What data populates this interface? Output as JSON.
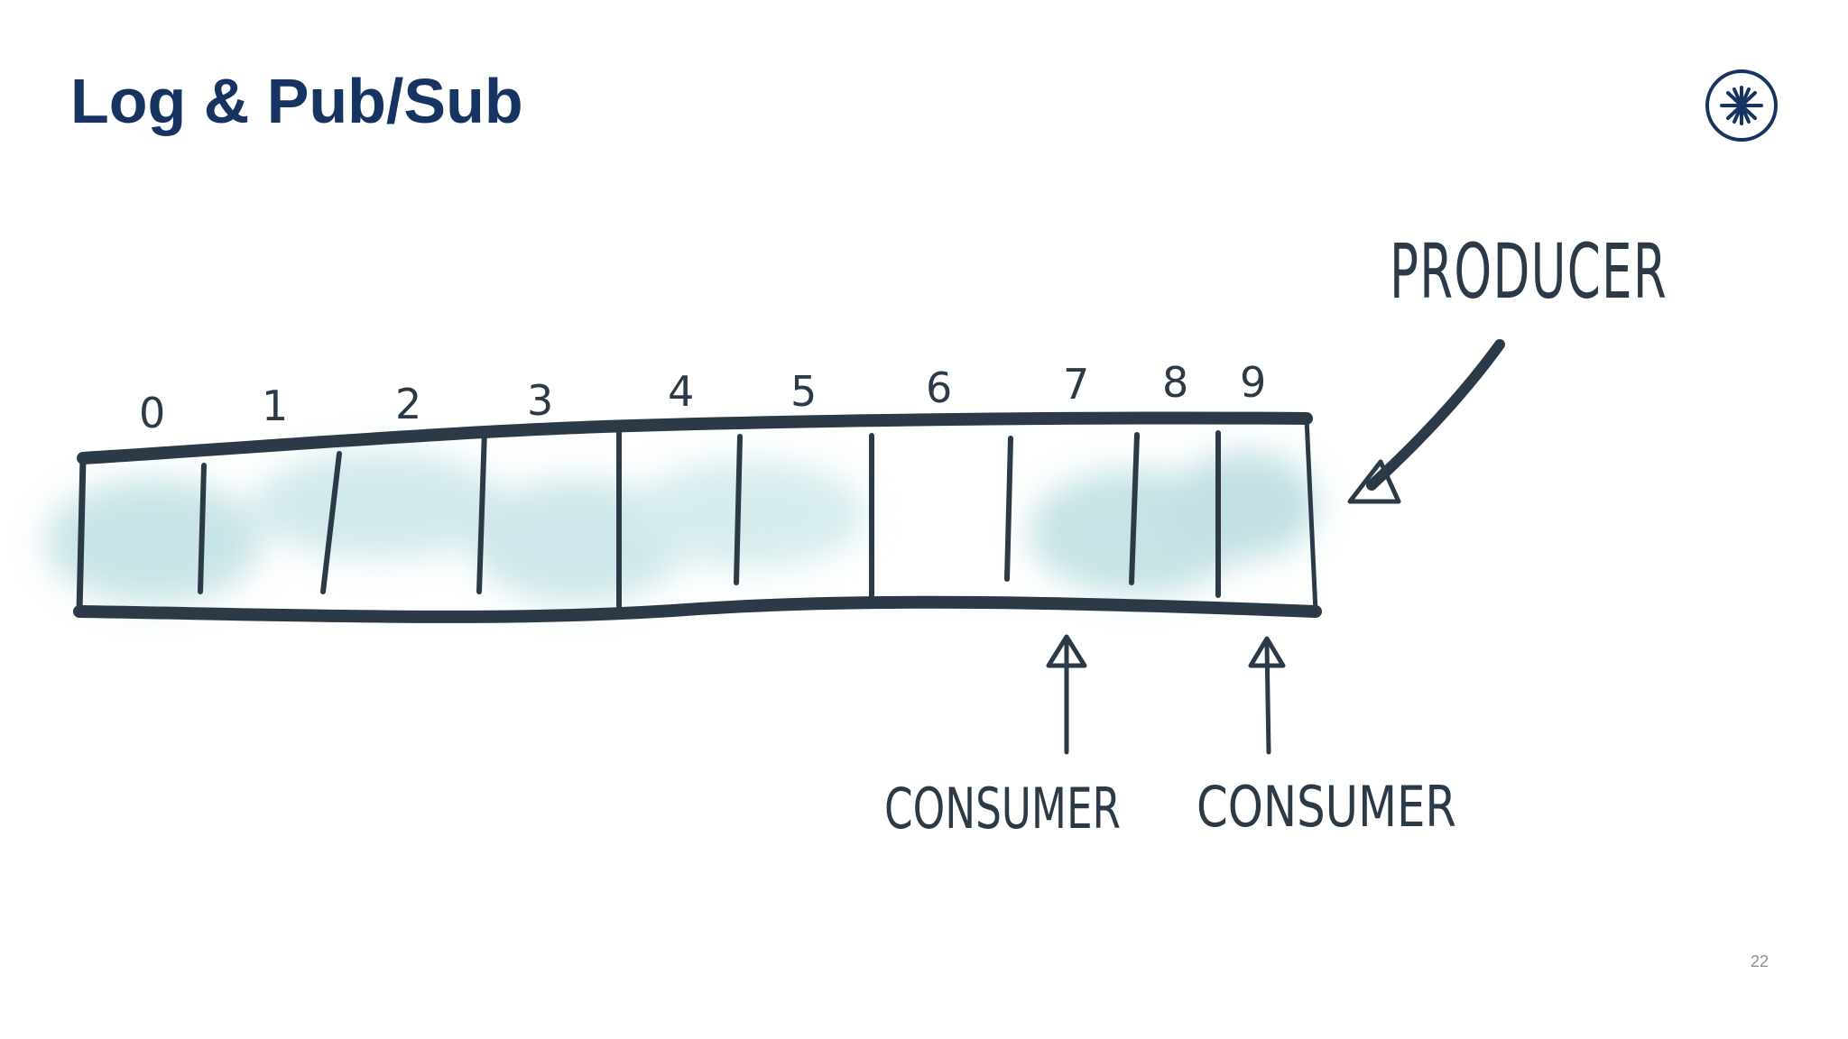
{
  "slide": {
    "title": "Log & Pub/Sub",
    "page_number": "22",
    "logo_icon": "starburst-logo-icon"
  },
  "diagram": {
    "offsets": [
      "0",
      "1",
      "2",
      "3",
      "4",
      "5",
      "6",
      "7",
      "8",
      "9"
    ],
    "producer_label": "PRODUCER",
    "consumers": [
      {
        "label": "CONSUMER",
        "offset": "7"
      },
      {
        "label": "CONSUMER",
        "offset": "9"
      }
    ],
    "colors": {
      "ink": "#2b3a46",
      "wash": "#bfe0e3",
      "title": "#173361"
    }
  }
}
